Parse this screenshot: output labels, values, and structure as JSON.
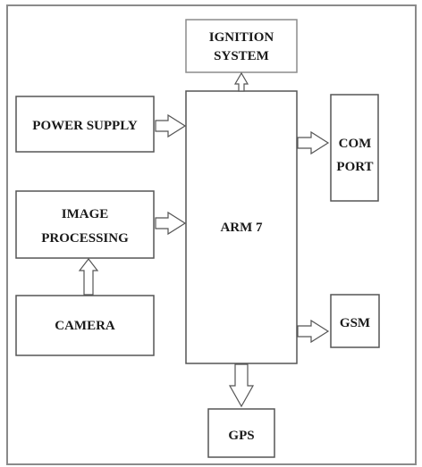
{
  "diagram": {
    "blocks": {
      "ignition_line1": "IGNITION",
      "ignition_line2": "SYSTEM",
      "power_supply": "POWER SUPPLY",
      "image_processing_line1": "IMAGE",
      "image_processing_line2": "PROCESSING",
      "camera": "CAMERA",
      "arm7": "ARM 7",
      "com_port_line1": "COM",
      "com_port_line2": "PORT",
      "gsm": "GSM",
      "gps": "GPS"
    }
  }
}
